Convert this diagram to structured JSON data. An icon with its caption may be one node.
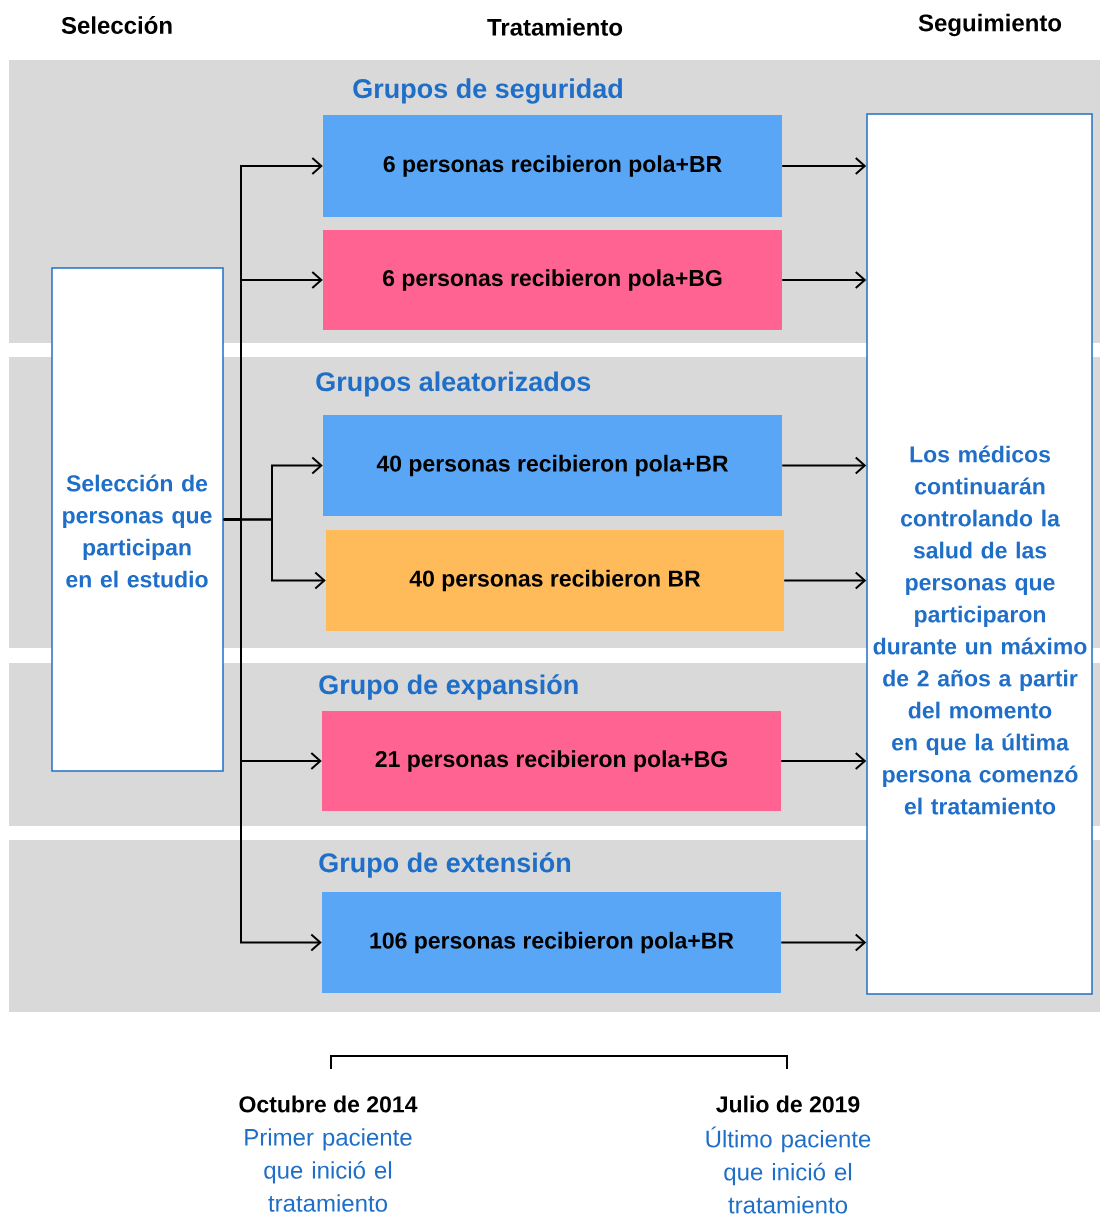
{
  "diagram": {
    "nodes": [
      {
        "text": [
          "Selección de personas que participan en el estudio"
        ]
      },
      {
        "text": [
          "Grupos de seguridad"
        ]
      },
      {
        "text": [
          "6 personas recibieron pola+BR"
        ],
        "in": 1
      },
      {
        "text": [
          "6 personas recibieron pola+BG"
        ],
        "in": 1
      },
      {
        "text": [
          "Grupos aleatorizados"
        ]
      },
      {
        "text": [
          "40 personas recibieron pola+BR"
        ],
        "in": 4
      },
      {
        "text": [
          "40 personas recibieron BR"
        ],
        "in": 4
      },
      {
        "text": [
          "Grupo de expansión"
        ]
      },
      {
        "text": [
          "21 personas recibieron pola+BG"
        ],
        "in": 7
      },
      {
        "text": [
          "Grupo de extensión"
        ]
      },
      {
        "text": [
          "106 personas recibieron pola+BR"
        ],
        "in": 9
      },
      {
        "text": [
          "Los médicos continuarán controlando la salud de las personas que participaron durante un máximo de 2 años a partir del momento en que la última persona comenzó el tratamiento"
        ]
      }
    ],
    "edges": [
      {
        "from": 0,
        "to": 2,
        "arrow": "to"
      },
      {
        "from": 0,
        "to": 3,
        "arrow": "to"
      },
      {
        "from": 0,
        "to": 5,
        "arrow": "to"
      },
      {
        "from": 0,
        "to": 6,
        "arrow": "to"
      },
      {
        "from": 0,
        "to": 8,
        "arrow": "to"
      },
      {
        "from": 0,
        "to": 10,
        "arrow": "to"
      },
      {
        "from": 2,
        "to": 11,
        "arrow": "to"
      },
      {
        "from": 3,
        "to": 11,
        "arrow": "to"
      },
      {
        "from": 5,
        "to": 11,
        "arrow": "to"
      },
      {
        "from": 6,
        "to": 11,
        "arrow": "to"
      },
      {
        "from": 8,
        "to": 11,
        "arrow": "to"
      },
      {
        "from": 10,
        "to": 11,
        "arrow": "to"
      }
    ],
    "labels": [
      "Selección",
      "Tratamiento",
      "Seguimiento",
      "Octubre de 2014",
      "Julio de 2019",
      "Primer paciente que inició el tratamiento",
      "Último paciente que inició el tratamiento"
    ]
  }
}
